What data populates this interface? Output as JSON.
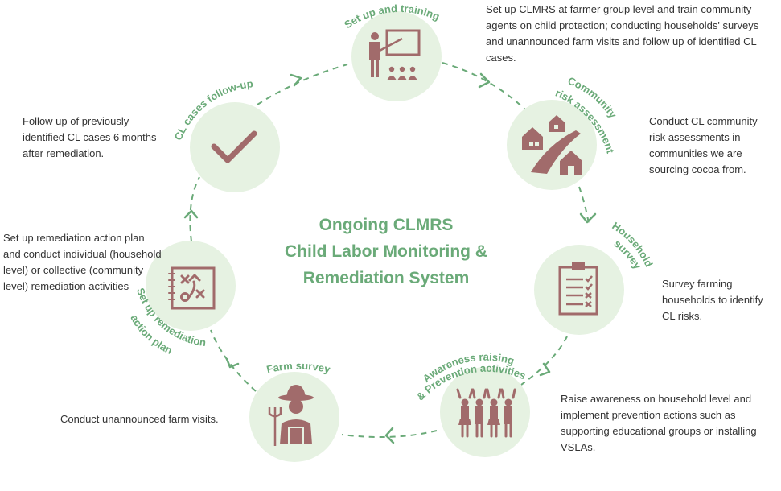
{
  "center_title": [
    "Ongoing CLMRS",
    "Child Labor Monitoring &",
    "Remediation System"
  ],
  "colors": {
    "circle_fill": "#e6f2e2",
    "icon": "#a16b6b",
    "green": "#6aaa78",
    "text": "#333333"
  },
  "steps": [
    {
      "key": "setup",
      "label": "Set up and training",
      "icon": "presentation-trainer-icon",
      "description": "Set up CLMRS at farmer group level and train community agents on child protection; conducting households' surveys and unannounced farm visits and follow up of identified CL cases."
    },
    {
      "key": "risk",
      "label": "Community risk assessment",
      "label_lines": [
        "Community",
        "risk assessment"
      ],
      "icon": "houses-road-icon",
      "description": "Conduct CL community risk assessments in communities we are sourcing cocoa from."
    },
    {
      "key": "household",
      "label": "Household survey",
      "label_lines": [
        "Household",
        "survey"
      ],
      "icon": "clipboard-checklist-icon",
      "description": "Survey farming households to identify CL risks."
    },
    {
      "key": "awareness",
      "label": "Awareness raising & Prevention activities",
      "label_lines": [
        "Awareness raising",
        "& Prevention activities"
      ],
      "icon": "people-raising-hands-icon",
      "description": "Raise awareness on household level and implement prevention actions such as supporting educational groups or installing VSLAs."
    },
    {
      "key": "farm",
      "label": "Farm survey",
      "icon": "farmer-pitchfork-icon",
      "description": "Conduct unannounced farm visits."
    },
    {
      "key": "plan",
      "label": "Set up remediation action plan",
      "label_lines": [
        "Set up remediation",
        "action plan"
      ],
      "icon": "strategy-plan-icon",
      "description": "Set up remediation action plan and conduct individual (household level) or collective (community level) remediation activities"
    },
    {
      "key": "followup",
      "label": "CL cases follow-up",
      "icon": "checkmark-icon",
      "description": "Follow up of previously identified CL cases 6 months after remediation."
    }
  ]
}
